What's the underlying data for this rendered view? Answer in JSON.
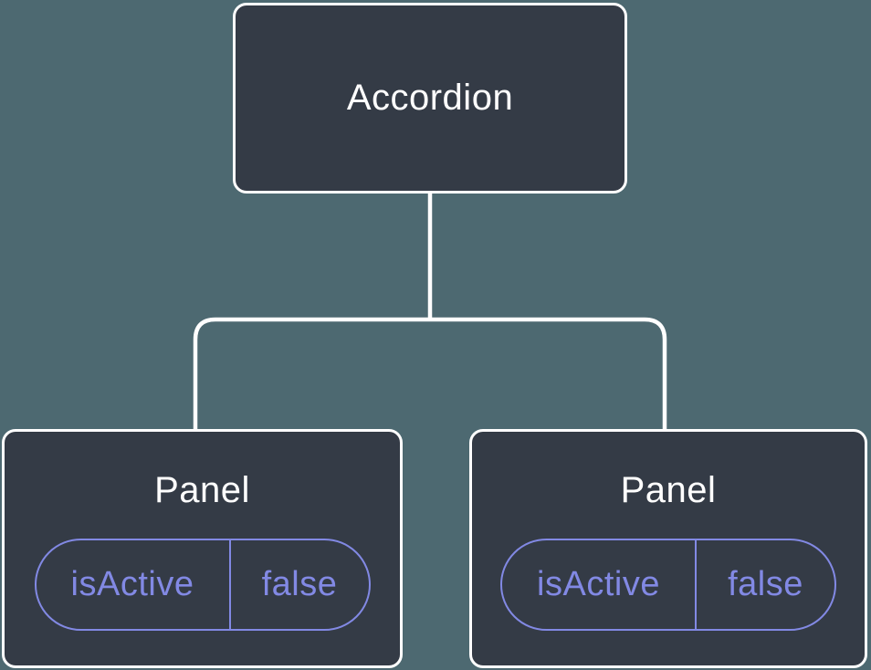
{
  "diagram": {
    "root": {
      "label": "Accordion"
    },
    "children": [
      {
        "label": "Panel",
        "state": {
          "key": "isActive",
          "value": "false"
        }
      },
      {
        "label": "Panel",
        "state": {
          "key": "isActive",
          "value": "false"
        }
      }
    ]
  },
  "colors": {
    "background": "#4d6971",
    "node_fill": "#343b46",
    "node_border": "#ffffff",
    "state_accent": "#8289e4",
    "connector": "#ffffff"
  }
}
